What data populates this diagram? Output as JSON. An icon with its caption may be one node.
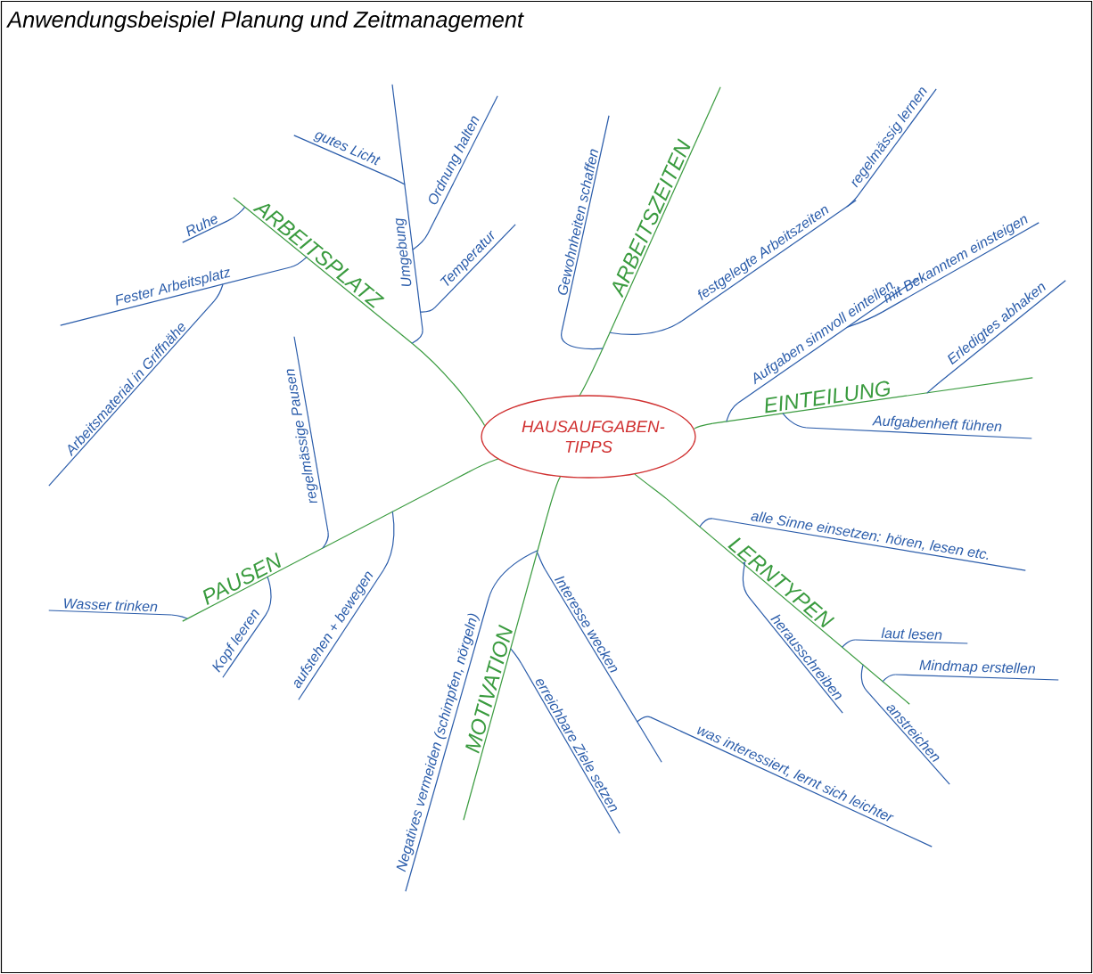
{
  "diagram": {
    "title": "Anwendungsbeispiel Planung und Zeitmanagement",
    "nodes": [
      {
        "text": [
          "HAUSAUFGABEN-TIPPS"
        ]
      },
      {
        "text": [
          "ARBEITSPLATZ"
        ]
      },
      {
        "text": [
          "Ruhe"
        ]
      },
      {
        "text": [
          "Fester Arbeitsplatz"
        ]
      },
      {
        "text": [
          "Arbeitsmaterial in Griffnähe"
        ]
      },
      {
        "text": [
          "Umgebung"
        ]
      },
      {
        "text": [
          "gutes Licht"
        ]
      },
      {
        "text": [
          "Ordnung halten"
        ]
      },
      {
        "text": [
          "Temperatur"
        ]
      },
      {
        "text": [
          "ARBEITSZEITEN"
        ]
      },
      {
        "text": [
          "Gewohnheiten schaffen"
        ]
      },
      {
        "text": [
          "festgelegte Arbeitszeiten"
        ]
      },
      {
        "text": [
          "regelmässig lernen"
        ]
      },
      {
        "text": [
          "EINTEILUNG"
        ]
      },
      {
        "text": [
          "Aufgaben sinnvoll einteilen"
        ]
      },
      {
        "text": [
          "mit Bekanntem einsteigen"
        ]
      },
      {
        "text": [
          "Erledigtes abhaken"
        ]
      },
      {
        "text": [
          "Aufgabenheft führen"
        ]
      },
      {
        "text": [
          "LERNTYPEN"
        ]
      },
      {
        "text": [
          "alle Sinne einsetzen: hören, lesen etc."
        ]
      },
      {
        "text": [
          "herausschreiben"
        ]
      },
      {
        "text": [
          "laut lesen"
        ]
      },
      {
        "text": [
          "Mindmap erstellen"
        ]
      },
      {
        "text": [
          "anstreichen"
        ]
      },
      {
        "text": [
          "MOTIVATION"
        ]
      },
      {
        "text": [
          "Negatives vermeiden (schimpfen, nörgeln)"
        ]
      },
      {
        "text": [
          "erreichbare Ziele setzen"
        ]
      },
      {
        "text": [
          "Interesse wecken"
        ]
      },
      {
        "text": [
          "was interessiert, lernt sich leichter"
        ]
      },
      {
        "text": [
          "PAUSEN"
        ]
      },
      {
        "text": [
          "regelmässige Pausen"
        ]
      },
      {
        "text": [
          "aufstehen + bewegen"
        ]
      },
      {
        "text": [
          "Wasser trinken"
        ]
      },
      {
        "text": [
          "Kopf leeren"
        ]
      }
    ],
    "edges": [
      {
        "from": 0,
        "to": 1,
        "arrow": "none",
        "color": "#3a9b3f"
      },
      {
        "from": 1,
        "to": 2,
        "arrow": "none"
      },
      {
        "from": 1,
        "to": 3,
        "arrow": "none"
      },
      {
        "from": 3,
        "to": 4,
        "arrow": "none"
      },
      {
        "from": 1,
        "to": 5,
        "arrow": "none"
      },
      {
        "from": 5,
        "to": 6,
        "arrow": "none"
      },
      {
        "from": 5,
        "to": 7,
        "arrow": "none"
      },
      {
        "from": 5,
        "to": 8,
        "arrow": "none"
      },
      {
        "from": 0,
        "to": 9,
        "arrow": "none",
        "color": "#3a9b3f"
      },
      {
        "from": 9,
        "to": 10,
        "arrow": "none"
      },
      {
        "from": 9,
        "to": 11,
        "arrow": "none"
      },
      {
        "from": 11,
        "to": 12,
        "arrow": "none"
      },
      {
        "from": 0,
        "to": 13,
        "arrow": "none",
        "color": "#3a9b3f"
      },
      {
        "from": 13,
        "to": 14,
        "arrow": "none"
      },
      {
        "from": 14,
        "to": 15,
        "arrow": "none"
      },
      {
        "from": 13,
        "to": 16,
        "arrow": "none"
      },
      {
        "from": 13,
        "to": 17,
        "arrow": "none"
      },
      {
        "from": 0,
        "to": 18,
        "arrow": "none",
        "color": "#3a9b3f"
      },
      {
        "from": 18,
        "to": 19,
        "arrow": "none"
      },
      {
        "from": 18,
        "to": 20,
        "arrow": "none"
      },
      {
        "from": 18,
        "to": 21,
        "arrow": "none"
      },
      {
        "from": 18,
        "to": 22,
        "arrow": "none"
      },
      {
        "from": 18,
        "to": 23,
        "arrow": "none"
      },
      {
        "from": 0,
        "to": 24,
        "arrow": "none",
        "color": "#3a9b3f"
      },
      {
        "from": 24,
        "to": 25,
        "arrow": "none"
      },
      {
        "from": 24,
        "to": 26,
        "arrow": "none"
      },
      {
        "from": 24,
        "to": 27,
        "arrow": "none"
      },
      {
        "from": 27,
        "to": 28,
        "arrow": "none"
      },
      {
        "from": 0,
        "to": 29,
        "arrow": "none",
        "color": "#3a9b3f"
      },
      {
        "from": 29,
        "to": 30,
        "arrow": "none"
      },
      {
        "from": 29,
        "to": 31,
        "arrow": "none"
      },
      {
        "from": 29,
        "to": 32,
        "arrow": "none"
      },
      {
        "from": 29,
        "to": 33,
        "arrow": "none"
      }
    ]
  }
}
